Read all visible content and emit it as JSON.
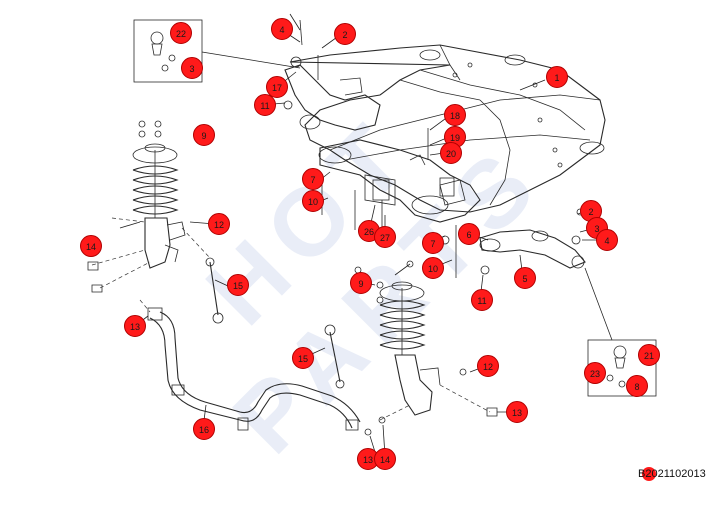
{
  "reference_code": "B2021102013",
  "callouts": [
    {
      "label": "1"
    },
    {
      "label": "2"
    },
    {
      "label": "3"
    },
    {
      "label": "4"
    },
    {
      "label": "5"
    },
    {
      "label": "6"
    },
    {
      "label": "7"
    },
    {
      "label": "8"
    },
    {
      "label": "9"
    },
    {
      "label": "10"
    },
    {
      "label": "11"
    },
    {
      "label": "12"
    },
    {
      "label": "13"
    },
    {
      "label": "14"
    },
    {
      "label": "15"
    },
    {
      "label": "16"
    },
    {
      "label": "17"
    },
    {
      "label": "18"
    },
    {
      "label": "19"
    },
    {
      "label": "20"
    },
    {
      "label": "21"
    },
    {
      "label": "22"
    },
    {
      "label": "23"
    },
    {
      "label": "26"
    },
    {
      "label": "27"
    }
  ],
  "colors": {
    "callout_fill": "#ff1a1a",
    "callout_border": "#b00000",
    "line": "#2a2a2a",
    "watermark": "#e9edf7"
  }
}
